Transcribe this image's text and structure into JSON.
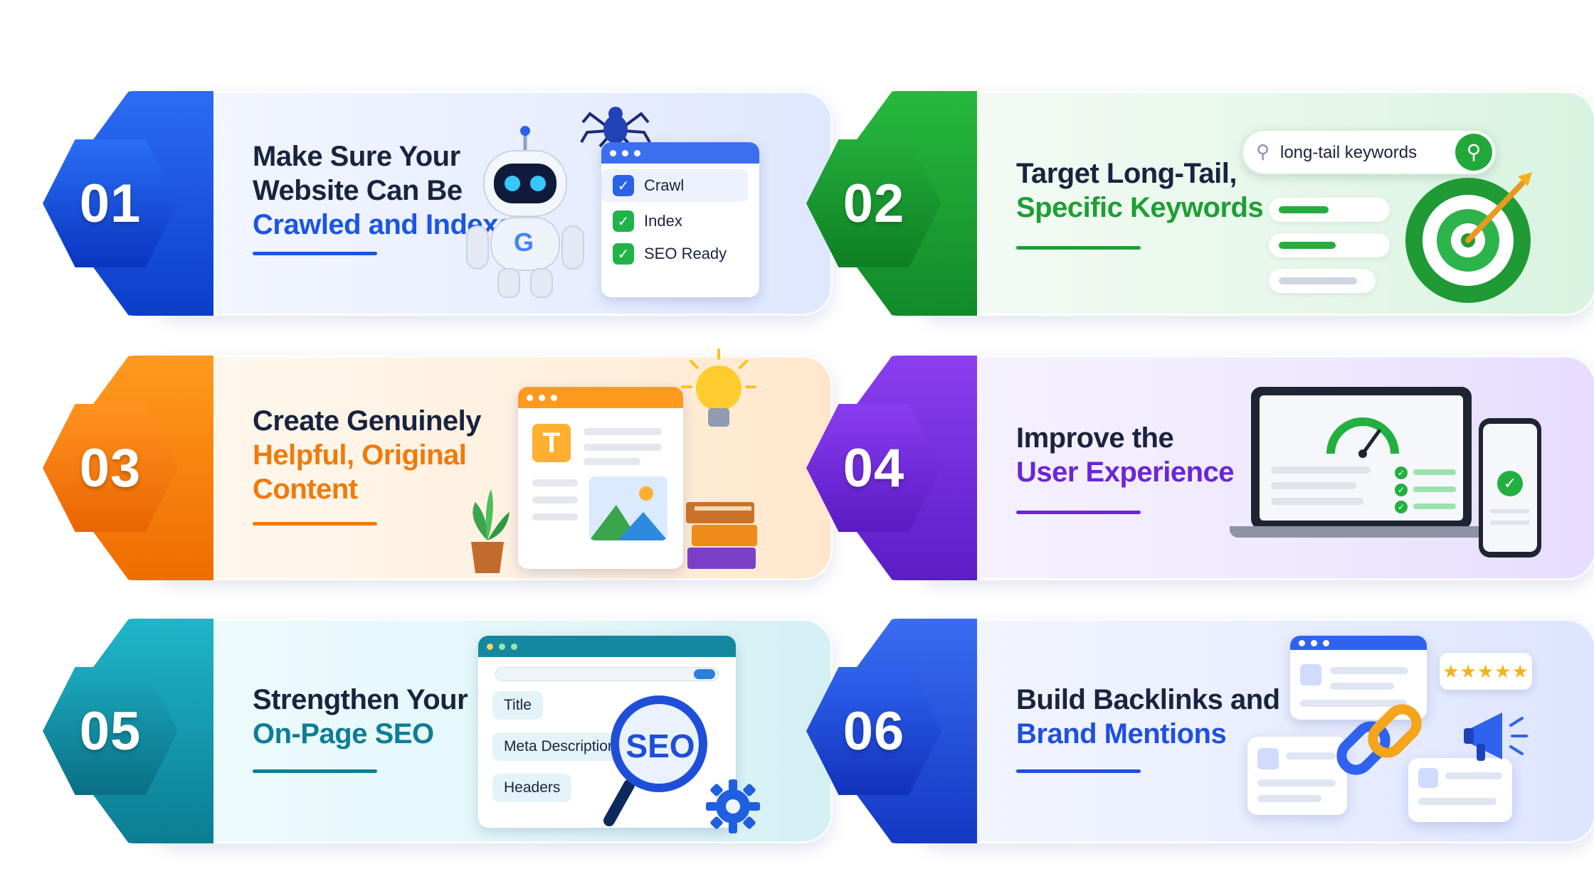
{
  "cards": [
    {
      "number": "01",
      "title_dark_1": "Make Sure Your",
      "title_dark_2": "Website Can Be",
      "title_accent": "Crawled and Indexed",
      "accent_color": "#1a55e6",
      "checklist": [
        "Crawl",
        "Index",
        "SEO Ready"
      ],
      "robot_logo": "G"
    },
    {
      "number": "02",
      "title_dark_1": "Target Long-Tail,",
      "title_accent": "Specific Keywords",
      "accent_color": "#1e9e33",
      "search_text": "long-tail keywords"
    },
    {
      "number": "03",
      "title_dark_1": "Create Genuinely",
      "title_accent_1": "Helpful, Original",
      "title_accent_2": "Content",
      "accent_color": "#f07a0a",
      "doc_letter": "T"
    },
    {
      "number": "04",
      "title_dark_1": "Improve the",
      "title_accent": "User Experience",
      "accent_color": "#6a25d9"
    },
    {
      "number": "05",
      "title_dark_1": "Strengthen Your",
      "title_accent": "On-Page SEO",
      "accent_color": "#0d7e95",
      "tags": [
        "Title",
        "Meta Description",
        "Headers"
      ],
      "lens_text": "SEO"
    },
    {
      "number": "06",
      "title_dark_1": "Build Backlinks and",
      "title_accent": "Brand Mentions",
      "accent_color": "#1f4fe0",
      "rating": "★★★★★"
    }
  ]
}
